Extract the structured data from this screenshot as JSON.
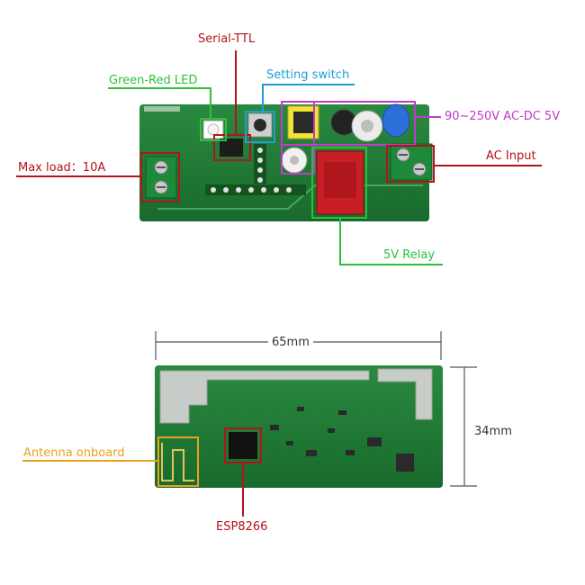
{
  "labels": {
    "serial_ttl": "Serial-TTL",
    "green_red_led": "Green-Red LED",
    "setting_switch": "Setting switch",
    "ac_dc": "90~250V AC-DC 5V",
    "max_load": "Max load：10A",
    "ac_input": "AC Input",
    "relay": "5V Relay",
    "antenna": "Antenna onboard",
    "esp": "ESP8266"
  },
  "dimensions": {
    "width": "65mm",
    "height": "34mm"
  },
  "colors": {
    "serial_ttl": "#b3141b",
    "green_red_led": "#2fbf3a",
    "setting_switch": "#1e9fd6",
    "ac_dc": "#c23ac9",
    "max_load": "#b3141b",
    "ac_input": "#b3141b",
    "relay": "#2fbf3a",
    "antenna": "#e8a21c",
    "esp": "#b3141b",
    "pcb": "#1f7a35",
    "pcb_dark": "#135a25",
    "dimension_line": "#555555"
  }
}
